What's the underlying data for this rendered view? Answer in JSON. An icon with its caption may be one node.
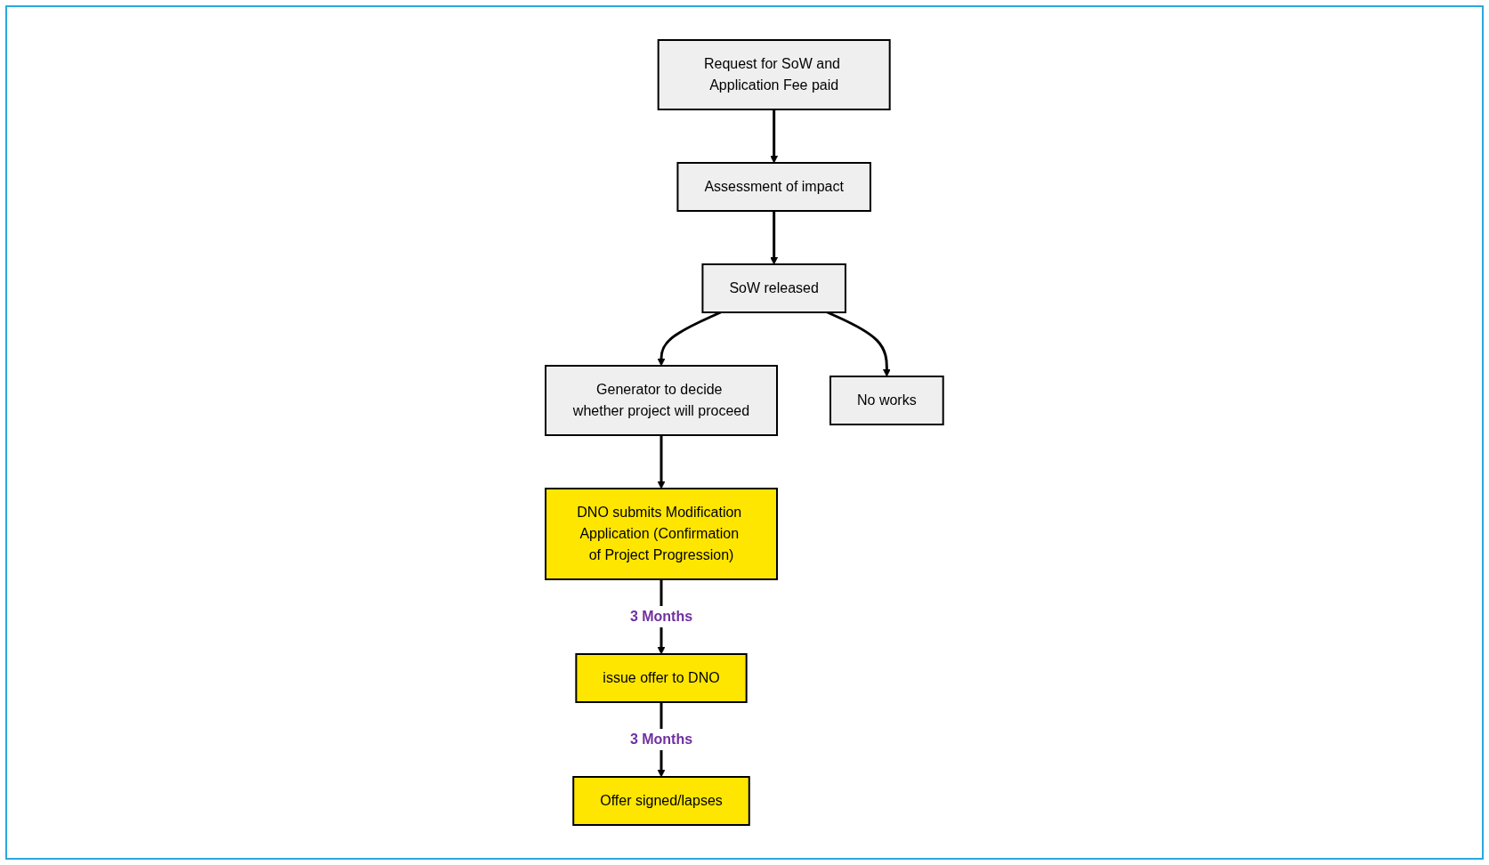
{
  "diagram": {
    "nodes": [
      {
        "text": [
          "Request for SoW and Application Fee paid"
        ]
      },
      {
        "text": [
          "Assessment of impact"
        ]
      },
      {
        "text": [
          "SoW released"
        ]
      },
      {
        "text": [
          "Generator to decide whether project will proceed"
        ]
      },
      {
        "text": [
          "No works"
        ]
      },
      {
        "text": [
          "DNO submits Modification Application (Confirmation of Project Progression)"
        ]
      },
      {
        "text": [
          "issue offer to DNO"
        ]
      },
      {
        "text": [
          "Offer signed/lapses"
        ]
      }
    ],
    "edges": [
      {
        "from": 0,
        "to": 1,
        "arrow": "to"
      },
      {
        "from": 1,
        "to": 2,
        "arrow": "to"
      },
      {
        "from": 2,
        "to": 3,
        "arrow": "to"
      },
      {
        "from": 2,
        "to": 4,
        "arrow": "to"
      },
      {
        "from": 3,
        "to": 5,
        "arrow": "to"
      },
      {
        "from": 5,
        "to": 6,
        "arrow": "to",
        "label": "3 Months"
      },
      {
        "from": 6,
        "to": 7,
        "arrow": "to",
        "label": "3 Months"
      }
    ]
  }
}
